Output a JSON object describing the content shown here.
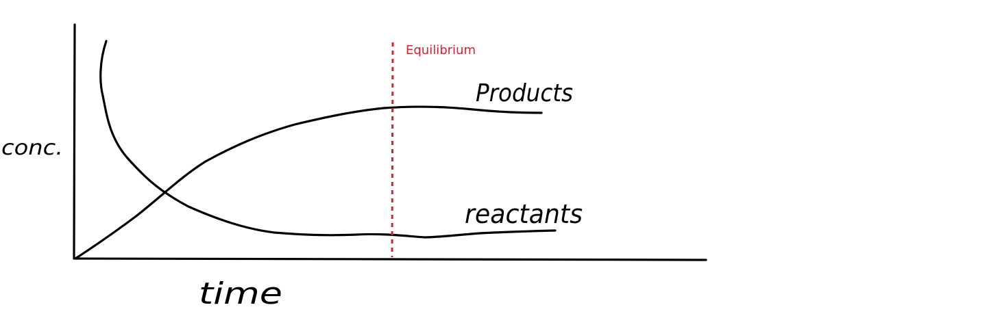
{
  "diagram": {
    "y_axis_label": "conc.",
    "x_axis_label": "time",
    "products_label": "Products",
    "reactants_label": "reactants",
    "equilibrium_label": "Equilibrium",
    "equilibrium_color": "#d9202b",
    "ink_color": "#000000"
  }
}
